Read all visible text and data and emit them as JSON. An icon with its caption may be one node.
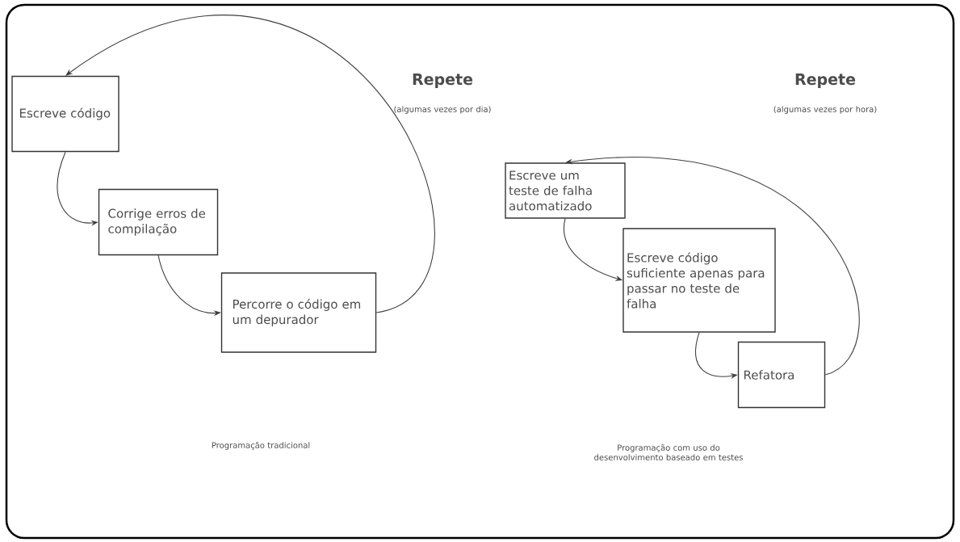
{
  "diagram": {
    "nodes": [
      {
        "text": [
          "Escreve código"
        ]
      },
      {
        "text": [
          "Corrige erros de compilação"
        ]
      },
      {
        "text": [
          "Percorre o código em um depurador"
        ]
      },
      {
        "text": [
          "Escreve um teste de falha automatizado"
        ]
      },
      {
        "text": [
          "Escreve código suficiente apenas para passar no teste de falha"
        ]
      },
      {
        "text": [
          "Refatora"
        ]
      }
    ],
    "edges": [
      {
        "from": 0,
        "to": 1,
        "arrow": "to"
      },
      {
        "from": 1,
        "to": 2,
        "arrow": "to"
      },
      {
        "from": 2,
        "to": 0,
        "arrow": "to"
      },
      {
        "from": 3,
        "to": 4,
        "arrow": "to"
      },
      {
        "from": 4,
        "to": 5,
        "arrow": "to"
      },
      {
        "from": 5,
        "to": 3,
        "arrow": "to"
      }
    ],
    "labels": [
      "Repete",
      "(algumas vezes por dia)",
      "Repete",
      "(algumas vezes por hora)",
      "Programação tradicional",
      "Programação com uso do desenvolvimento baseado em testes"
    ]
  }
}
